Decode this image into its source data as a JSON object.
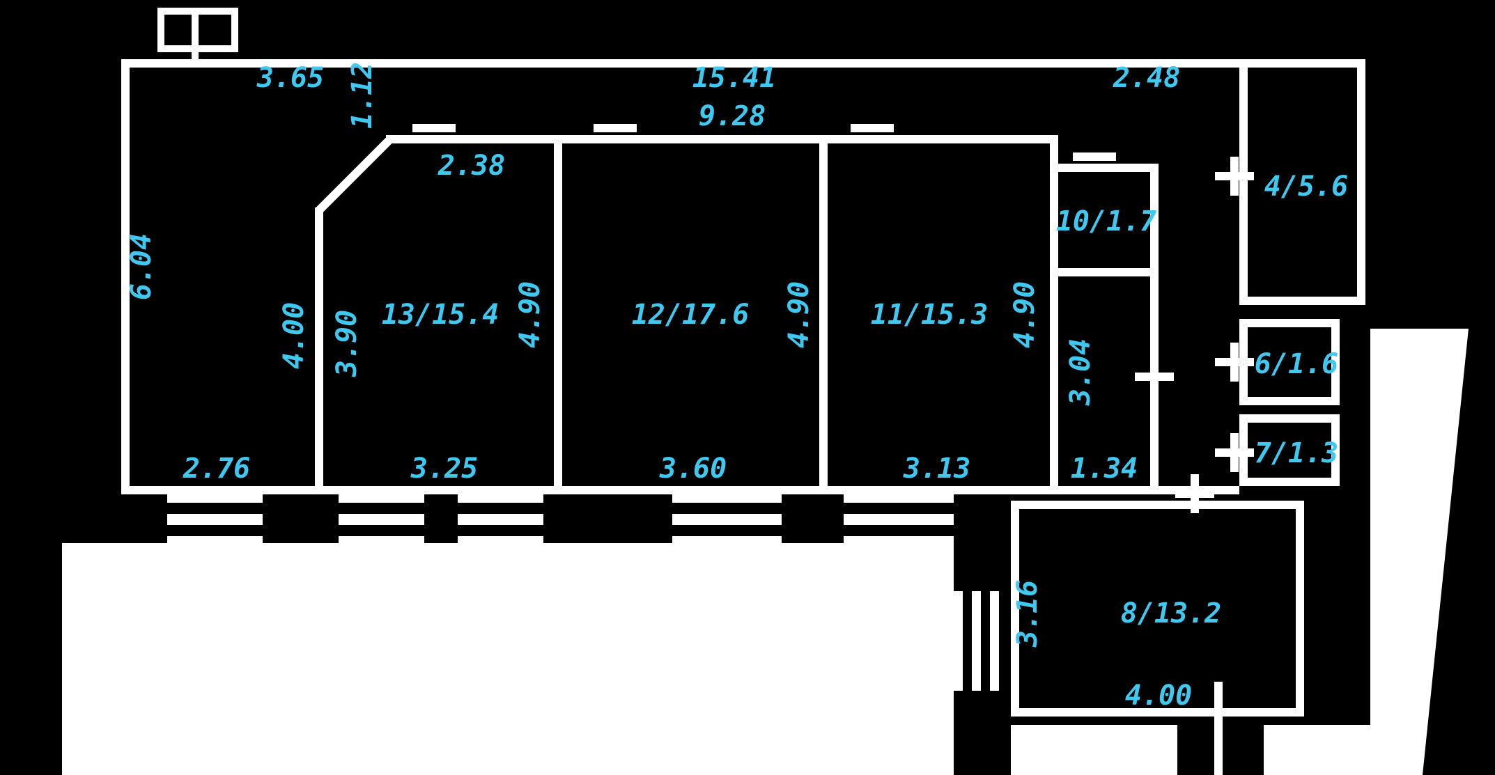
{
  "title": "Apartment floor plan",
  "colors": {
    "background": "#000000",
    "walls": "#ffffff",
    "label": "#3fc8f0"
  },
  "rooms": [
    {
      "id": "4",
      "label": "4/5.6"
    },
    {
      "id": "6",
      "label": "6/1.6"
    },
    {
      "id": "7",
      "label": "7/1.3"
    },
    {
      "id": "8",
      "label": "8/13.2"
    },
    {
      "id": "10",
      "label": "10/1.7"
    },
    {
      "id": "11",
      "label": "11/15.3"
    },
    {
      "id": "12",
      "label": "12/17.6"
    },
    {
      "id": "13",
      "label": "13/15.4"
    }
  ],
  "dimensions": {
    "left_room_top_width": "3.65",
    "diagonal_wall": "1.12",
    "top_total_width": "15.41",
    "top_inner_width": "9.28",
    "top_right_width": "2.48",
    "room13_top_width": "2.38",
    "left_room_height": "6.04",
    "left_room_right_height": "4.00",
    "room13_left_height": "3.90",
    "room13_height": "4.90",
    "room12_height": "4.90",
    "room11_height": "4.90",
    "corridor_height": "3.04",
    "left_room_width": "2.76",
    "room13_width": "3.25",
    "room12_width": "3.60",
    "room11_width": "3.13",
    "corridor_width": "1.34",
    "room8_height": "3.16",
    "room8_width": "4.00"
  }
}
